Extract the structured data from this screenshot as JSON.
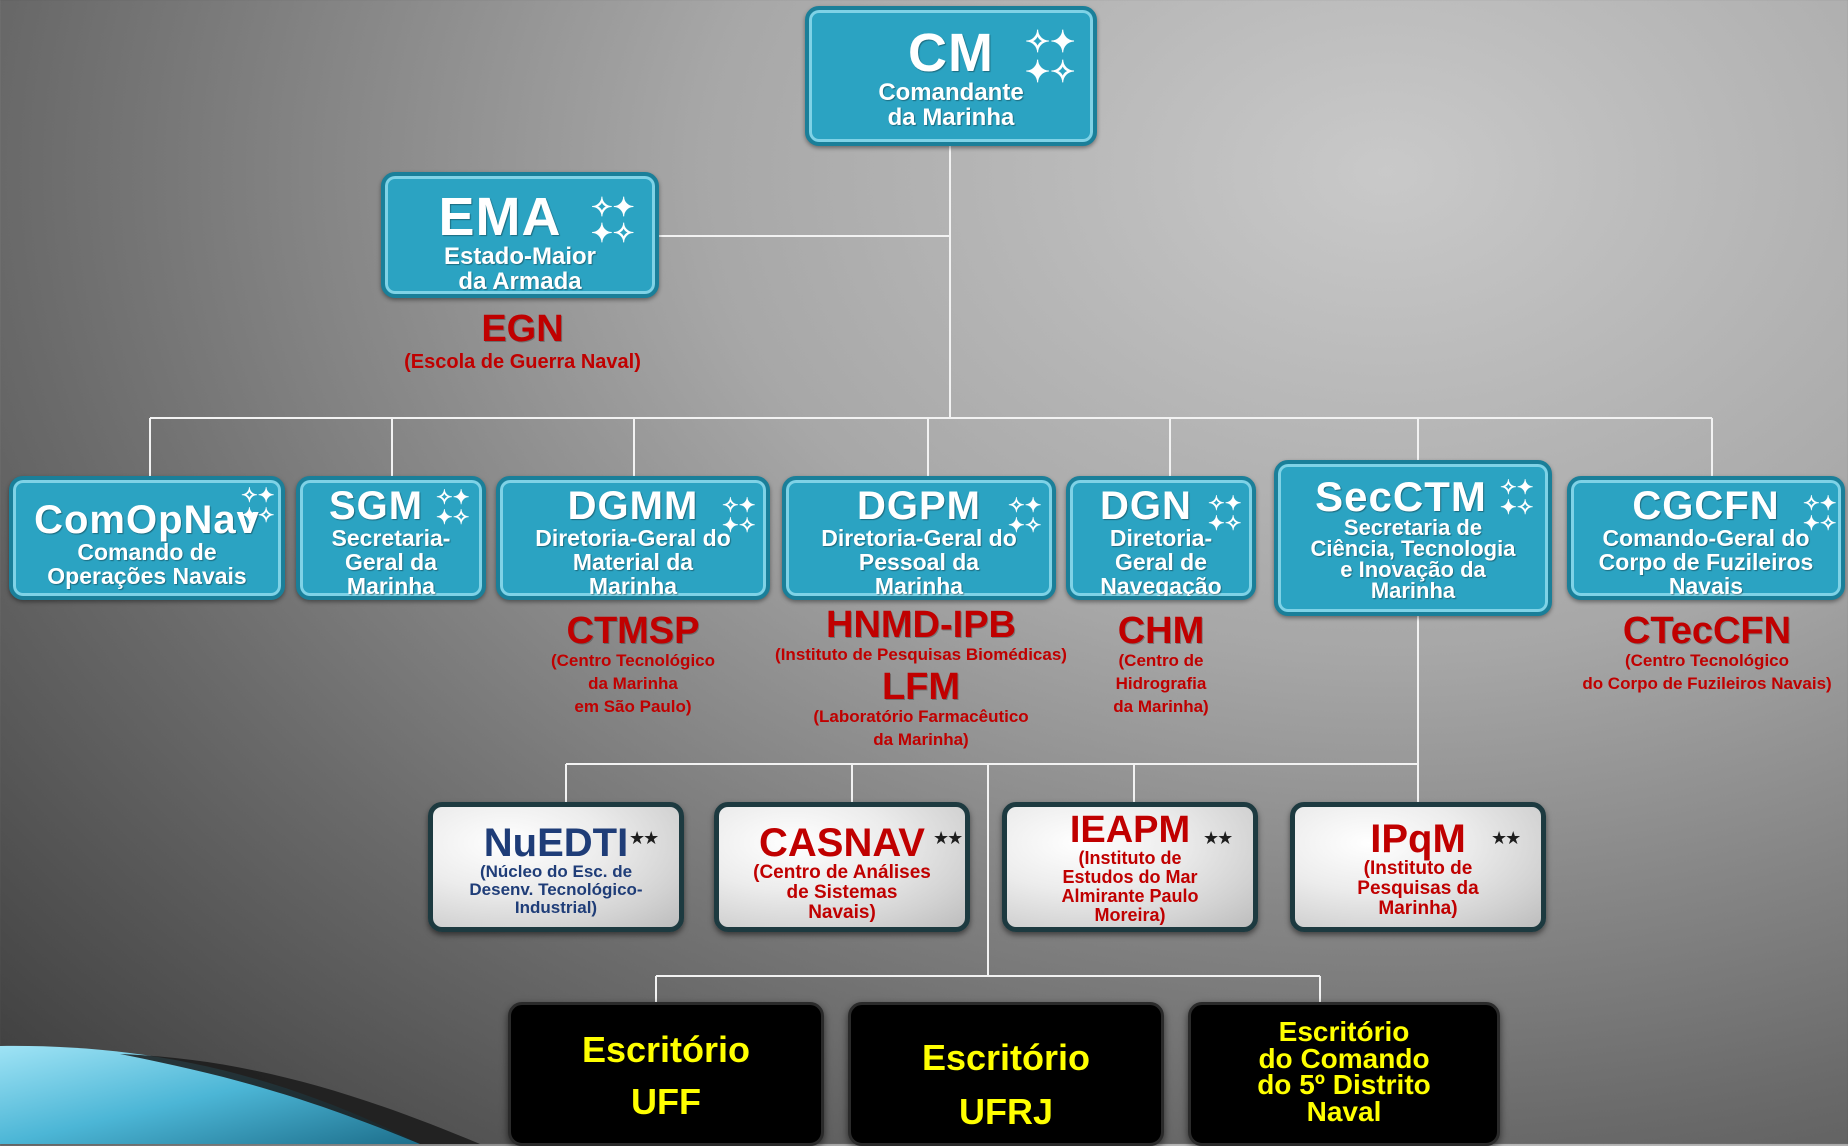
{
  "top": {
    "abbr": "CM",
    "line1": "Comandante",
    "line2": "da Marinha",
    "stars": "✧✦"
  },
  "ema": {
    "abbr": "EMA",
    "line1": "Estado-Maior",
    "line2": "da Armada"
  },
  "egn": {
    "abbr": "EGN",
    "full": "(Escola de Guerra Naval)"
  },
  "row": {
    "comopnav": {
      "abbr": "ComOpNav",
      "line1": "Comando de",
      "line2": "Operações Navais"
    },
    "sgm": {
      "abbr": "SGM",
      "line1": "Secretaria-",
      "line2": "Geral da",
      "line3": "Marinha"
    },
    "dgmm": {
      "abbr": "DGMM",
      "line1": "Diretoria-Geral do",
      "line2": "Material da",
      "line3": "Marinha"
    },
    "dgpm": {
      "abbr": "DGPM",
      "line1": "Diretoria-Geral do",
      "line2": "Pessoal da",
      "line3": "Marinha"
    },
    "dgn": {
      "abbr": "DGN",
      "line1": "Diretoria-",
      "line2": "Geral de",
      "line3": "Navegação"
    },
    "secctm": {
      "abbr": "SecCTM",
      "line1": "Secretaria de",
      "line2": "Ciência, Tecnologia",
      "line3": "e Inovação da",
      "line4": "Marinha"
    },
    "cgcfn": {
      "abbr": "CGCFN",
      "line1": "Comando-Geral do",
      "line2": "Corpo de Fuzileiros",
      "line3": "Navais"
    }
  },
  "labels": {
    "ctmsp": {
      "abbr": "CTMSP",
      "line1": "(Centro Tecnológico",
      "line2": "da Marinha",
      "line3": "em São Paulo)"
    },
    "hnmd": {
      "abbr": "HNMD-IPB",
      "full": "(Instituto de Pesquisas Biomédicas)"
    },
    "lfm": {
      "abbr": "LFM",
      "line1": "(Laboratório Farmacêutico",
      "line2": "da Marinha)"
    },
    "chm": {
      "abbr": "CHM",
      "line1": "(Centro de",
      "line2": "Hidrografia",
      "line3": "da Marinha)"
    },
    "ctecfn": {
      "abbr": "CTecCFN",
      "line1": "(Centro Tecnológico",
      "line2": "do Corpo de Fuzileiros Navais)"
    }
  },
  "institutes": {
    "nuedti": {
      "abbr": "NuEDTI",
      "line1": "(Núcleo do Esc. de",
      "line2": "Desenv. Tecnológico-",
      "line3": "Industrial)",
      "color": "#1f3d78"
    },
    "casnav": {
      "abbr": "CASNAV",
      "line1": "(Centro de Análises",
      "line2": "de Sistemas",
      "line3": "Navais)",
      "color": "#c00000"
    },
    "ieapm": {
      "abbr": "IEAPM",
      "line1": "(Instituto de",
      "line2": "Estudos do Mar",
      "line3": "Almirante Paulo",
      "line4": "Moreira)",
      "color": "#c00000"
    },
    "ipqm": {
      "abbr": "IPqM",
      "line1": "(Instituto de",
      "line2": "Pesquisas da",
      "line3": "Marinha)",
      "color": "#c00000"
    }
  },
  "offices": {
    "uff": {
      "line1": "Escritório",
      "line2": "UFF"
    },
    "ufrj": {
      "line1": "Escritório",
      "line2": "UFRJ"
    },
    "naval": {
      "line1": "Escritório",
      "line2": "do Comando",
      "line3": "do 5º Distrito",
      "line4": "Naval"
    }
  },
  "colors": {
    "teal": "#2ba3c2",
    "red": "#c00000",
    "navy": "#1f3d78",
    "yellow": "#ffff00"
  }
}
